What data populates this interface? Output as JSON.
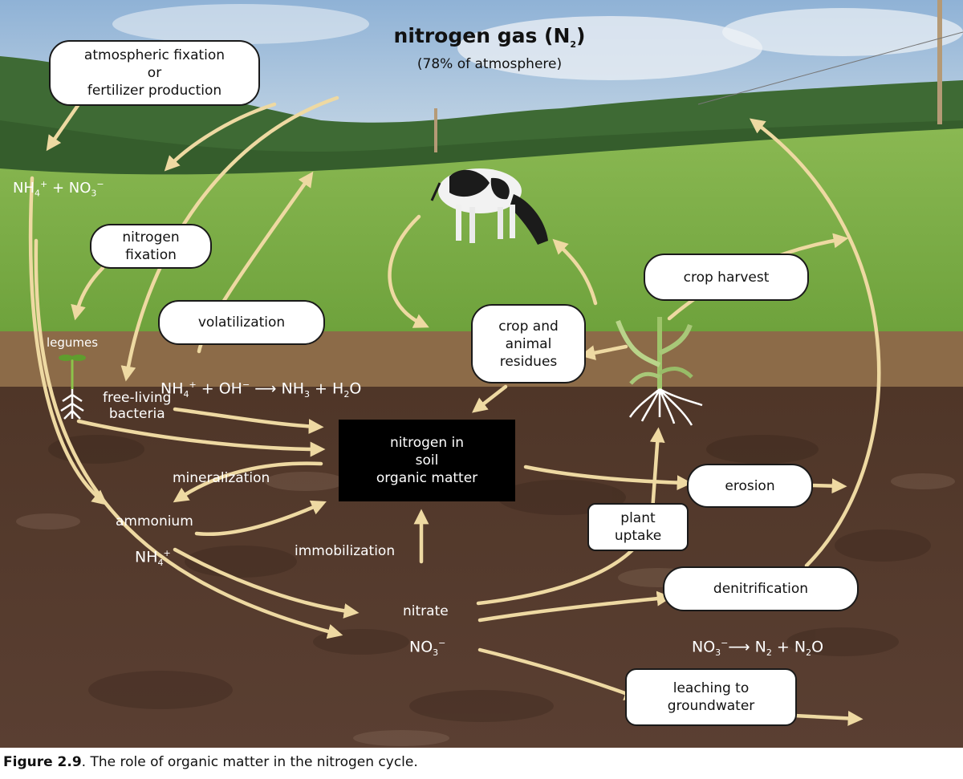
{
  "title": {
    "main": "nitrogen gas (N",
    "main_sub": "2",
    "main_end": ")",
    "subtitle": "(78% of atmosphere)"
  },
  "boxes": {
    "atmospheric_fixation": "atmospheric fixation\nor\nfertilizer production",
    "nitrogen_fixation": "nitrogen\nfixation",
    "volatilization": "volatilization",
    "crop_residues": "crop and\nanimal\nresidues",
    "crop_harvest": "crop harvest",
    "erosion": "erosion",
    "plant_uptake": "plant\nuptake",
    "denitrification": "denitrification",
    "leaching": "leaching to\ngroundwater",
    "soil_organic_matter": "nitrogen in\nsoil\norganic matter"
  },
  "labels": {
    "legumes": "legumes",
    "free_living": "free-living\nbacteria",
    "mineralization": "mineralization",
    "ammonium": "ammonium",
    "immobilization": "immobilization",
    "nitrate": "nitrate"
  },
  "formulas": {
    "nh4_no3": {
      "a": "NH",
      "a_sub": "4",
      "a_sup": "+",
      "plus": " +  NO",
      "b_sub": "3",
      "b_sup": "−"
    },
    "volatilization_eq": {
      "a": "NH",
      "a_sub": "4",
      "a_sup": "+",
      "mid": " + OH",
      "mid_sup": "−",
      "arrow": " ⟶ NH",
      "c_sub": "3",
      "plus": " + H",
      "d_sub": "2",
      "end": "O"
    },
    "ammonium_formula": {
      "a": "NH",
      "a_sub": "4",
      "a_sup": "+"
    },
    "nitrate_formula": {
      "a": "NO",
      "a_sub": "3",
      "a_sup": "−"
    },
    "denitrification_eq": {
      "a": "NO",
      "a_sub": "3",
      "a_sup": "−",
      "arrow": "⟶  N",
      "b_sub": "2",
      "plus": " + N",
      "c_sub": "2",
      "end": "O"
    }
  },
  "caption": {
    "figure_label": "Figure 2.9",
    "text": ". The role of organic matter in the nitrogen cycle."
  },
  "colors": {
    "arrow": "#eed9a2",
    "sky": "#a9c5de",
    "grass": "#7fb04a",
    "soil_surface": "#8c6b48",
    "soil": "#4b3428"
  }
}
